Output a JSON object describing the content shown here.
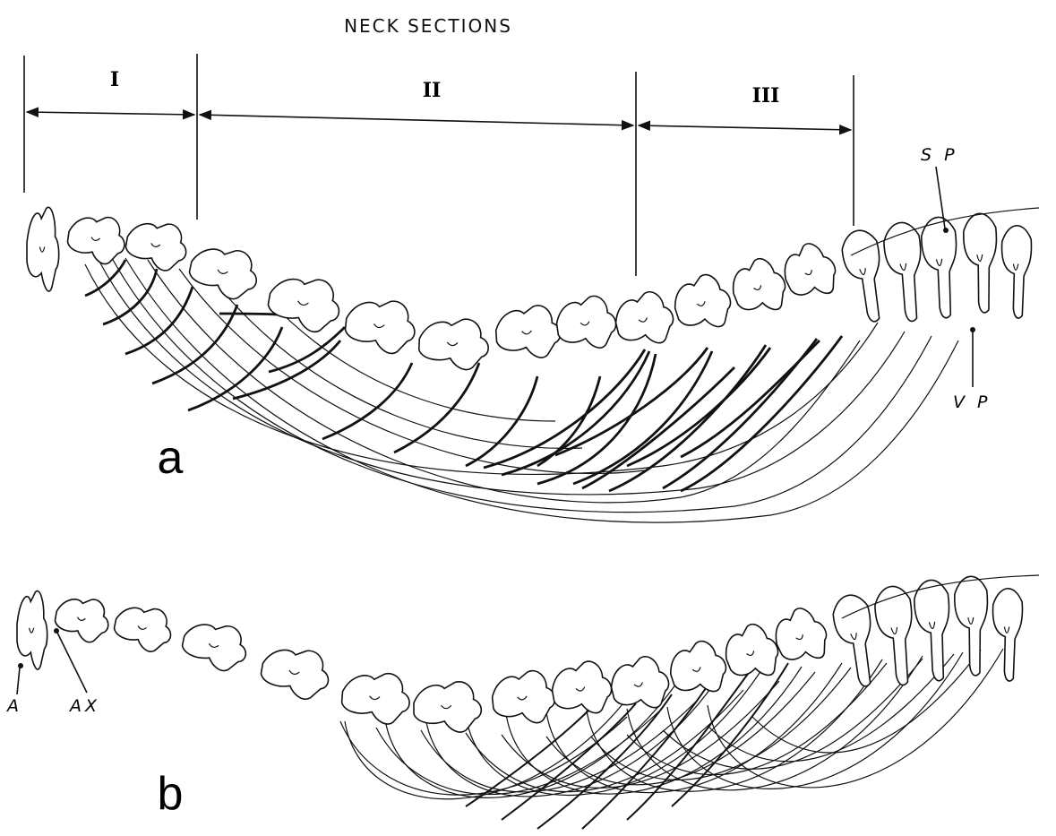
{
  "title": "NECK SECTIONS",
  "sections": [
    "I",
    "II",
    "III"
  ],
  "panels": [
    "a",
    "b"
  ],
  "labels": {
    "sp": "S P",
    "vp": "V P",
    "a": "A",
    "ax": "AX"
  }
}
